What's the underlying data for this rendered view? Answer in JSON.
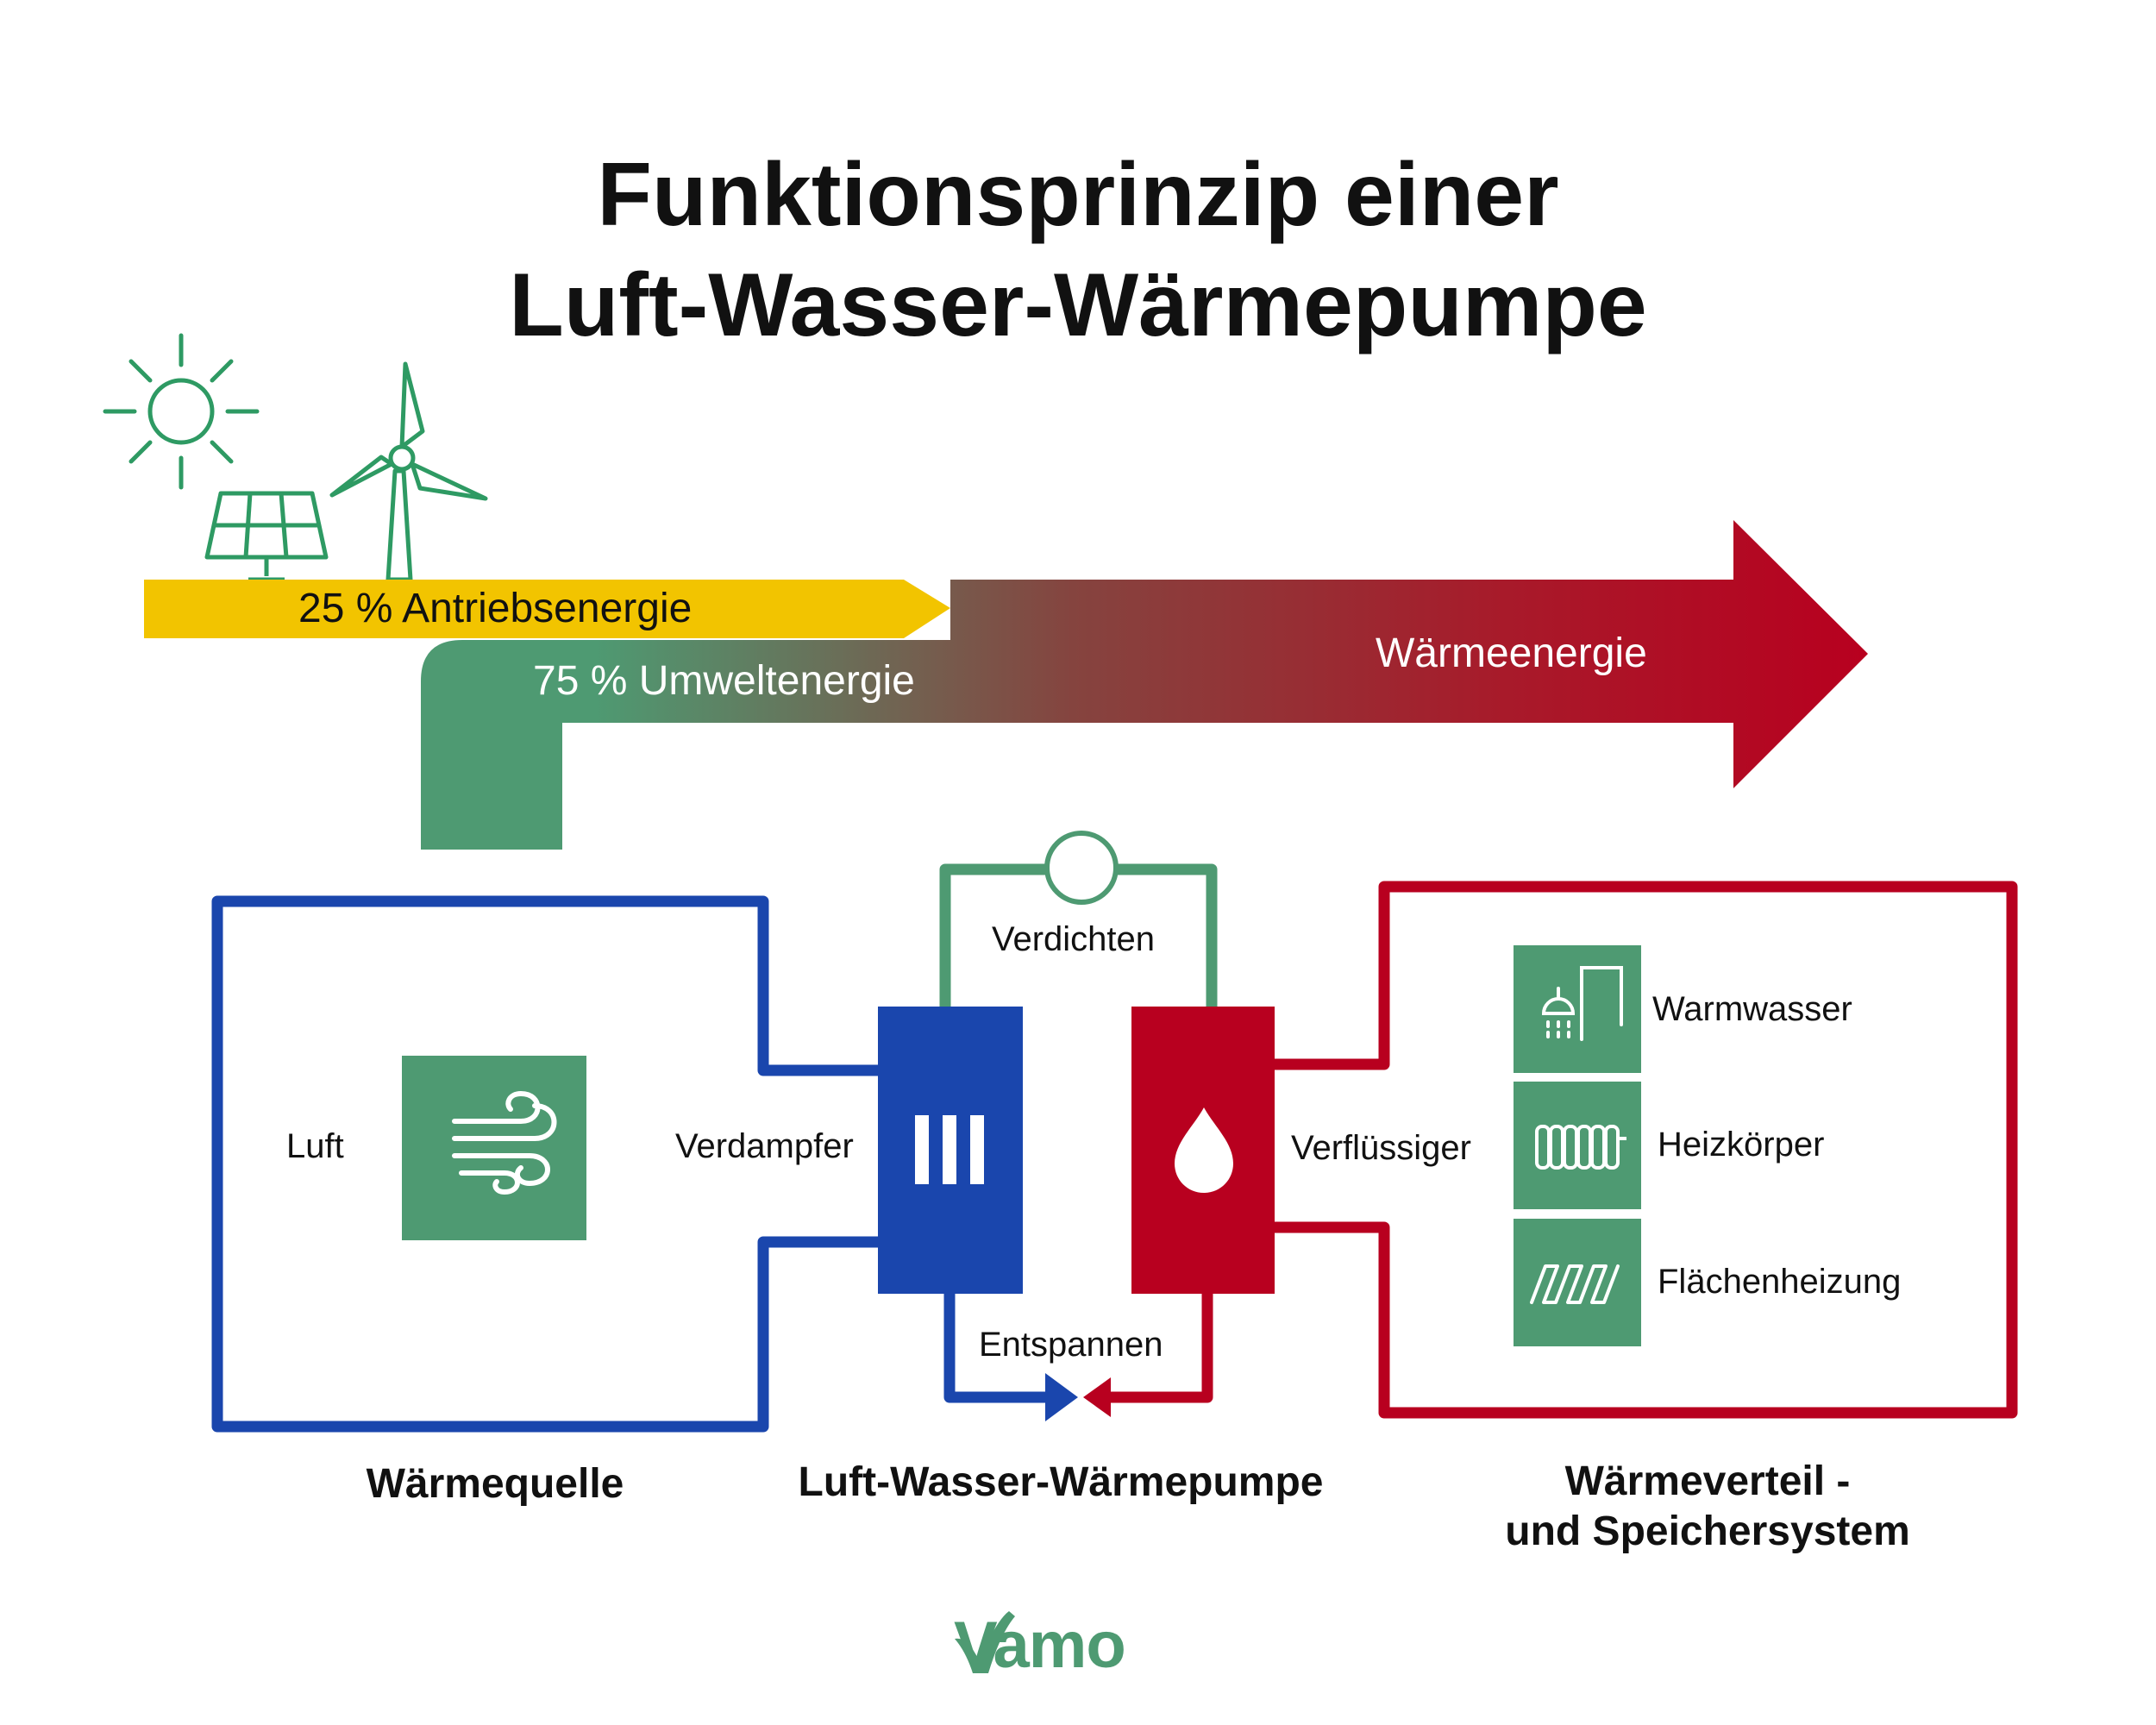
{
  "title": {
    "line1": "Funktionsprinzip einer",
    "line2": "Luft-Wasser-Wärmepumpe"
  },
  "energy_flow": {
    "drive_energy": "25 % Antriebsenergie",
    "environment_energy": "75 % Umweltenergie",
    "heat_energy": "Wärmeenergie"
  },
  "source": {
    "air_label": "Luft",
    "evaporator_label": "Verdampfer",
    "caption": "Wärmequelle"
  },
  "heat_pump": {
    "compress_label": "Verdichten",
    "expand_label": "Entspannen",
    "condenser_label": "Verflüssiger",
    "caption": "Luft-Wasser-Wärmepumpe"
  },
  "distribution": {
    "items": [
      "Warmwasser",
      "Heizkörper",
      "Flächenheizung"
    ],
    "caption_line1": "Wärmeverteil -",
    "caption_line2": "und Speichersystem"
  },
  "brand": {
    "logo_text": "Vamo"
  },
  "icons": {
    "sun": "sun-icon",
    "solar": "solar-panel-icon",
    "wind": "wind-turbine-icon",
    "air": "wind-icon",
    "evaporator": "evaporator-icon",
    "condenser": "water-drop-icon",
    "shower": "shower-icon",
    "radiator": "radiator-icon",
    "floor": "floor-heating-icon",
    "compressor": "compressor-icon",
    "valve": "expansion-valve-icon"
  },
  "colors": {
    "green": "#4e9a72",
    "icon_green": "#2e9a63",
    "yellow": "#f2c400",
    "red": "#b8001f",
    "blue": "#1a46ad",
    "text": "#111111"
  }
}
